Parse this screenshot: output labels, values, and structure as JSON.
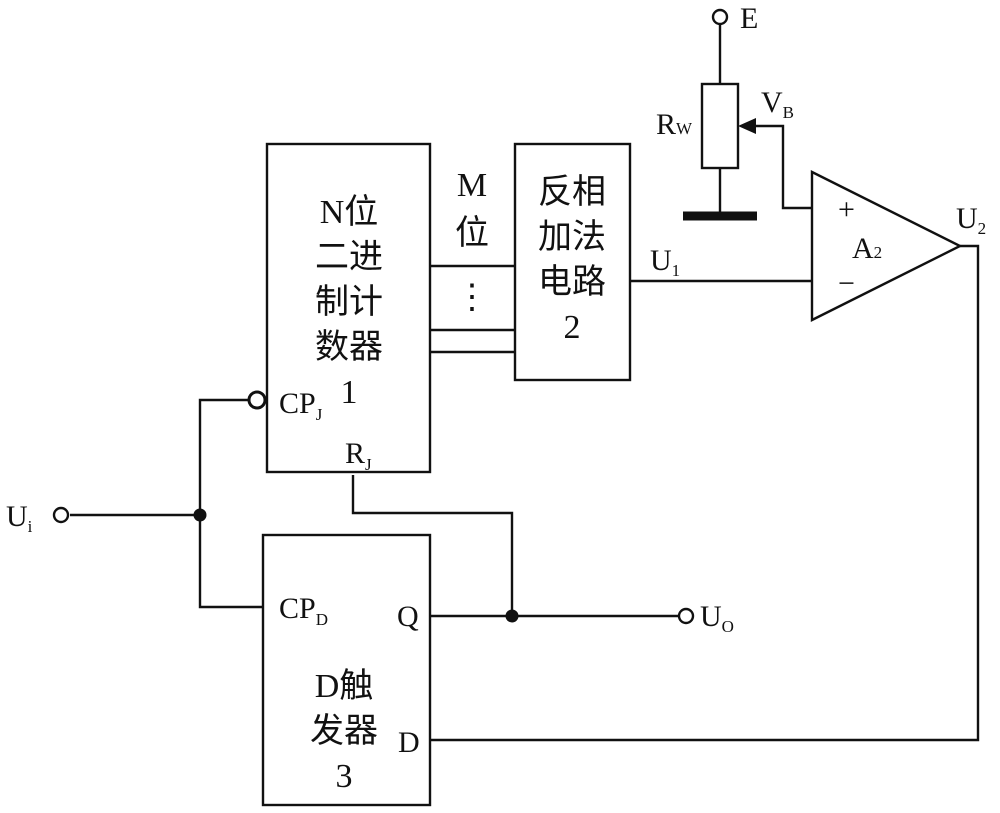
{
  "blocks": {
    "counter": {
      "lines": [
        "N位",
        "二进",
        "制计",
        "数器",
        "1"
      ],
      "cp_main": "CP",
      "cp_sub": "J",
      "r_main": "R",
      "r_sub": "J"
    },
    "adder": {
      "lines": [
        "反相",
        "加法",
        "电路",
        "2"
      ]
    },
    "dff": {
      "cp_main": "CP",
      "cp_sub": "D",
      "q": "Q",
      "d": "D",
      "lines": [
        "D触",
        "发器",
        "3"
      ]
    },
    "bus": {
      "lines": [
        "M",
        "位"
      ],
      "ellipsis": "⋮"
    },
    "opamp": {
      "plus": "+",
      "minus": "−",
      "name_main": "A",
      "name_sub": "2"
    }
  },
  "signals": {
    "ui_main": "U",
    "ui_sub": "i",
    "uo_main": "U",
    "uo_sub": "O",
    "u1_main": "U",
    "u1_sub": "1",
    "u2_main": "U",
    "u2_sub": "2",
    "vb_main": "V",
    "vb_sub": "B",
    "rw_main": "R",
    "rw_sub": "W",
    "supply": "E"
  }
}
